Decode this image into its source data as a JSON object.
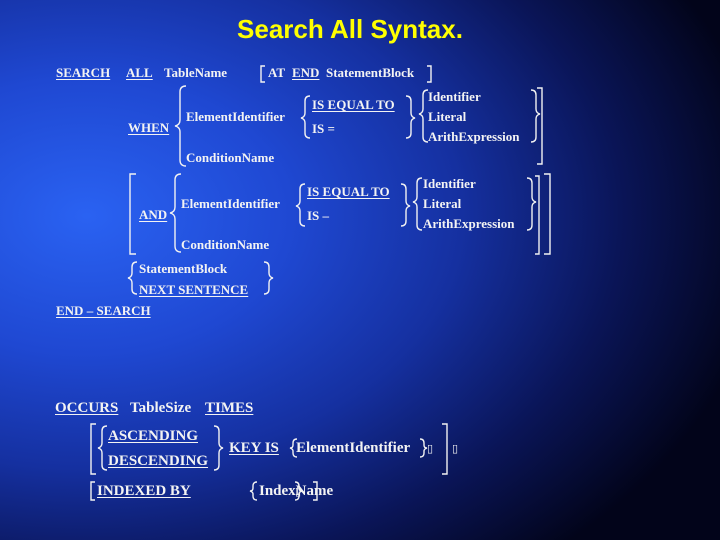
{
  "title": "Search All Syntax.",
  "search": {
    "search_kw": "SEARCH",
    "all_kw": "ALL",
    "table_name": "TableName",
    "at_kw": "AT",
    "end_kw": "END",
    "statement_block": "StatementBlock",
    "when_kw": "WHEN",
    "and_kw": "AND",
    "element_identifier": "ElementIdentifier",
    "condition_name": "ConditionName",
    "is_equal_to": "IS EQUAL TO",
    "is_eq_sym": "IS =",
    "is_eq_sym_2": "IS –",
    "identifier": "Identifier",
    "literal": "Literal",
    "arith_expression": "ArithExpression",
    "next_sentence": "NEXT SENTENCE",
    "end_search": "END – SEARCH"
  },
  "occurs": {
    "occurs_kw": "OCCURS",
    "table_size": "TableSize",
    "times_kw": "TIMES",
    "ascending": "ASCENDING",
    "descending": "DESCENDING",
    "key_is": "KEY IS",
    "element_identifier": "ElementIdentifier",
    "placeholder_glyph": "▯",
    "indexed_by": "INDEXED BY",
    "index_name": "IndexName"
  }
}
